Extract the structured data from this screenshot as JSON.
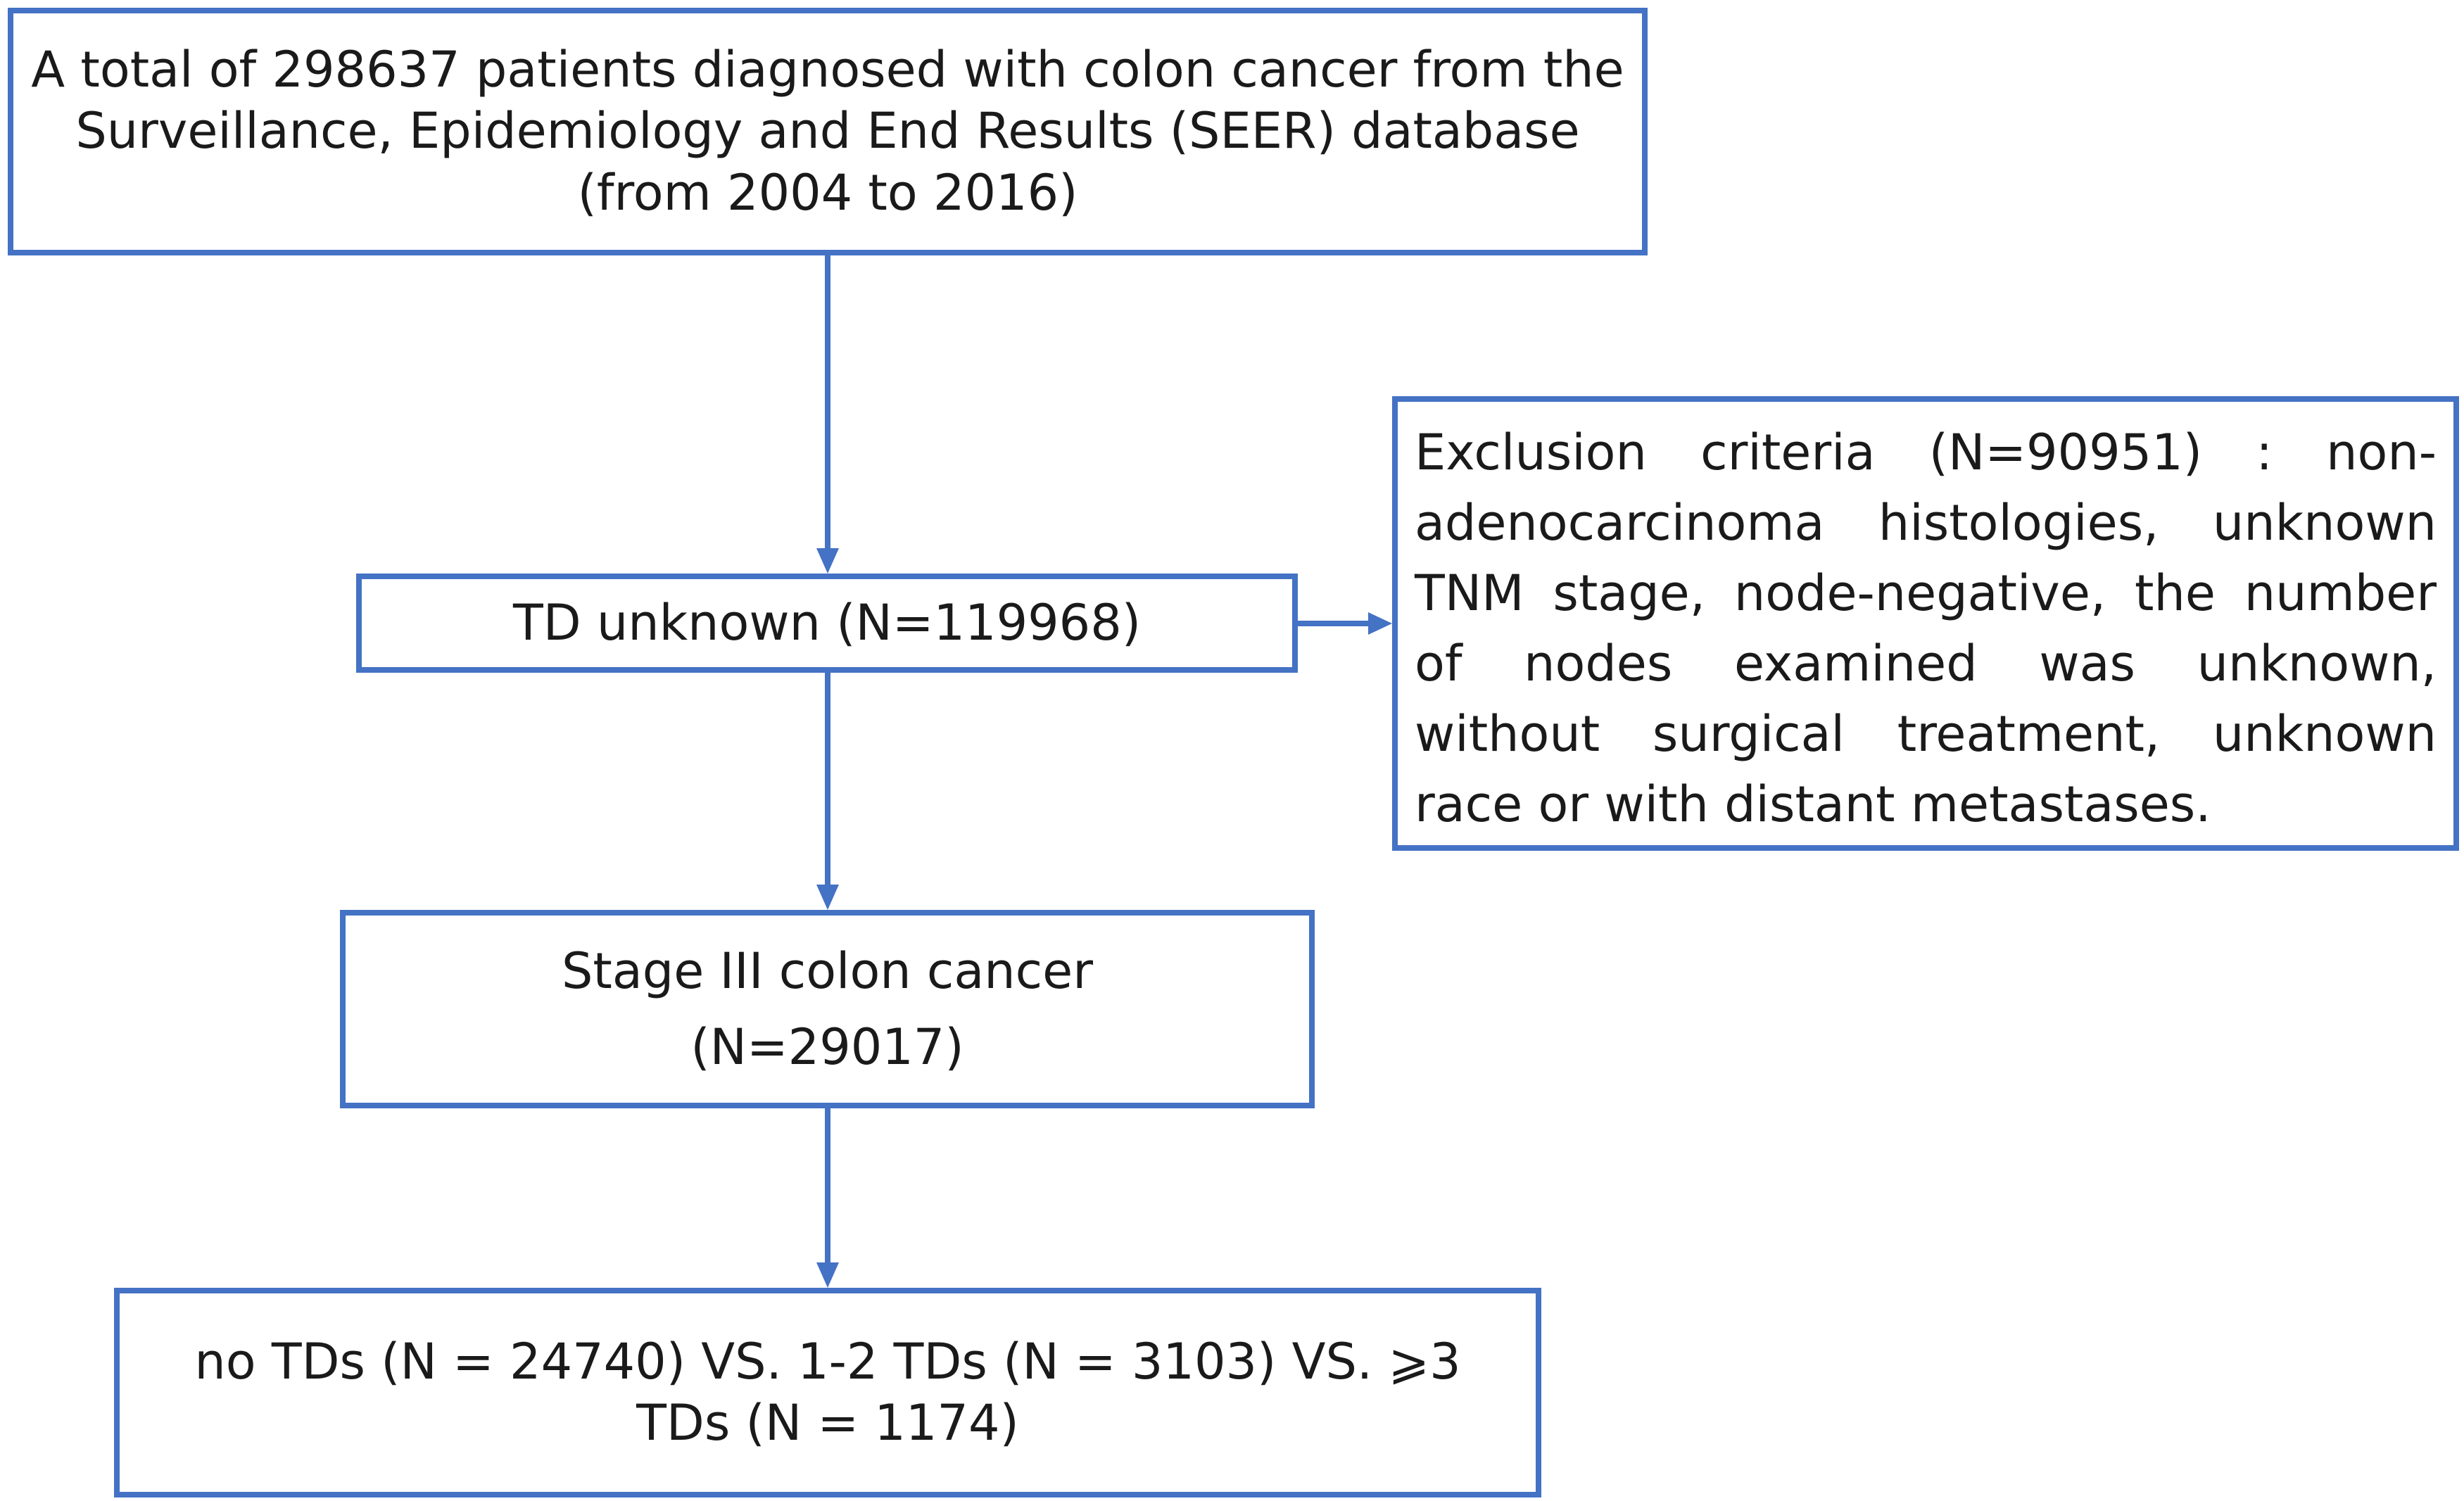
{
  "diagram": {
    "stroke_color": "#4472C4",
    "text_color": "#1a1a1a",
    "nodes": {
      "source": {
        "lines": [
          "A total of 298637 patients diagnosed with colon cancer from the",
          "Surveillance, Epidemiology and End Results (SEER) database",
          "(from 2004 to 2016)"
        ]
      },
      "td_unknown": {
        "text": "TD unknown (N=119968)"
      },
      "exclusion": {
        "text": "Exclusion criteria (N=90951) : non-adenocarcinoma histologies, unknown TNM stage, node-negative, the number of nodes examined was unknown, without surgical treatment, unknown race or with distant metastases."
      },
      "stage3": {
        "lines": [
          "Stage III colon cancer",
          "(N=29017)"
        ]
      },
      "groups": {
        "lines": [
          "no TDs (N = 24740) VS. 1-2 TDs (N = 3103) VS. ⩾3",
          "TDs (N = 1174)"
        ]
      }
    },
    "edges": [
      {
        "from": "source",
        "to": "td_unknown"
      },
      {
        "from": "td_unknown",
        "to": "exclusion"
      },
      {
        "from": "td_unknown",
        "to": "stage3"
      },
      {
        "from": "stage3",
        "to": "groups"
      }
    ]
  }
}
